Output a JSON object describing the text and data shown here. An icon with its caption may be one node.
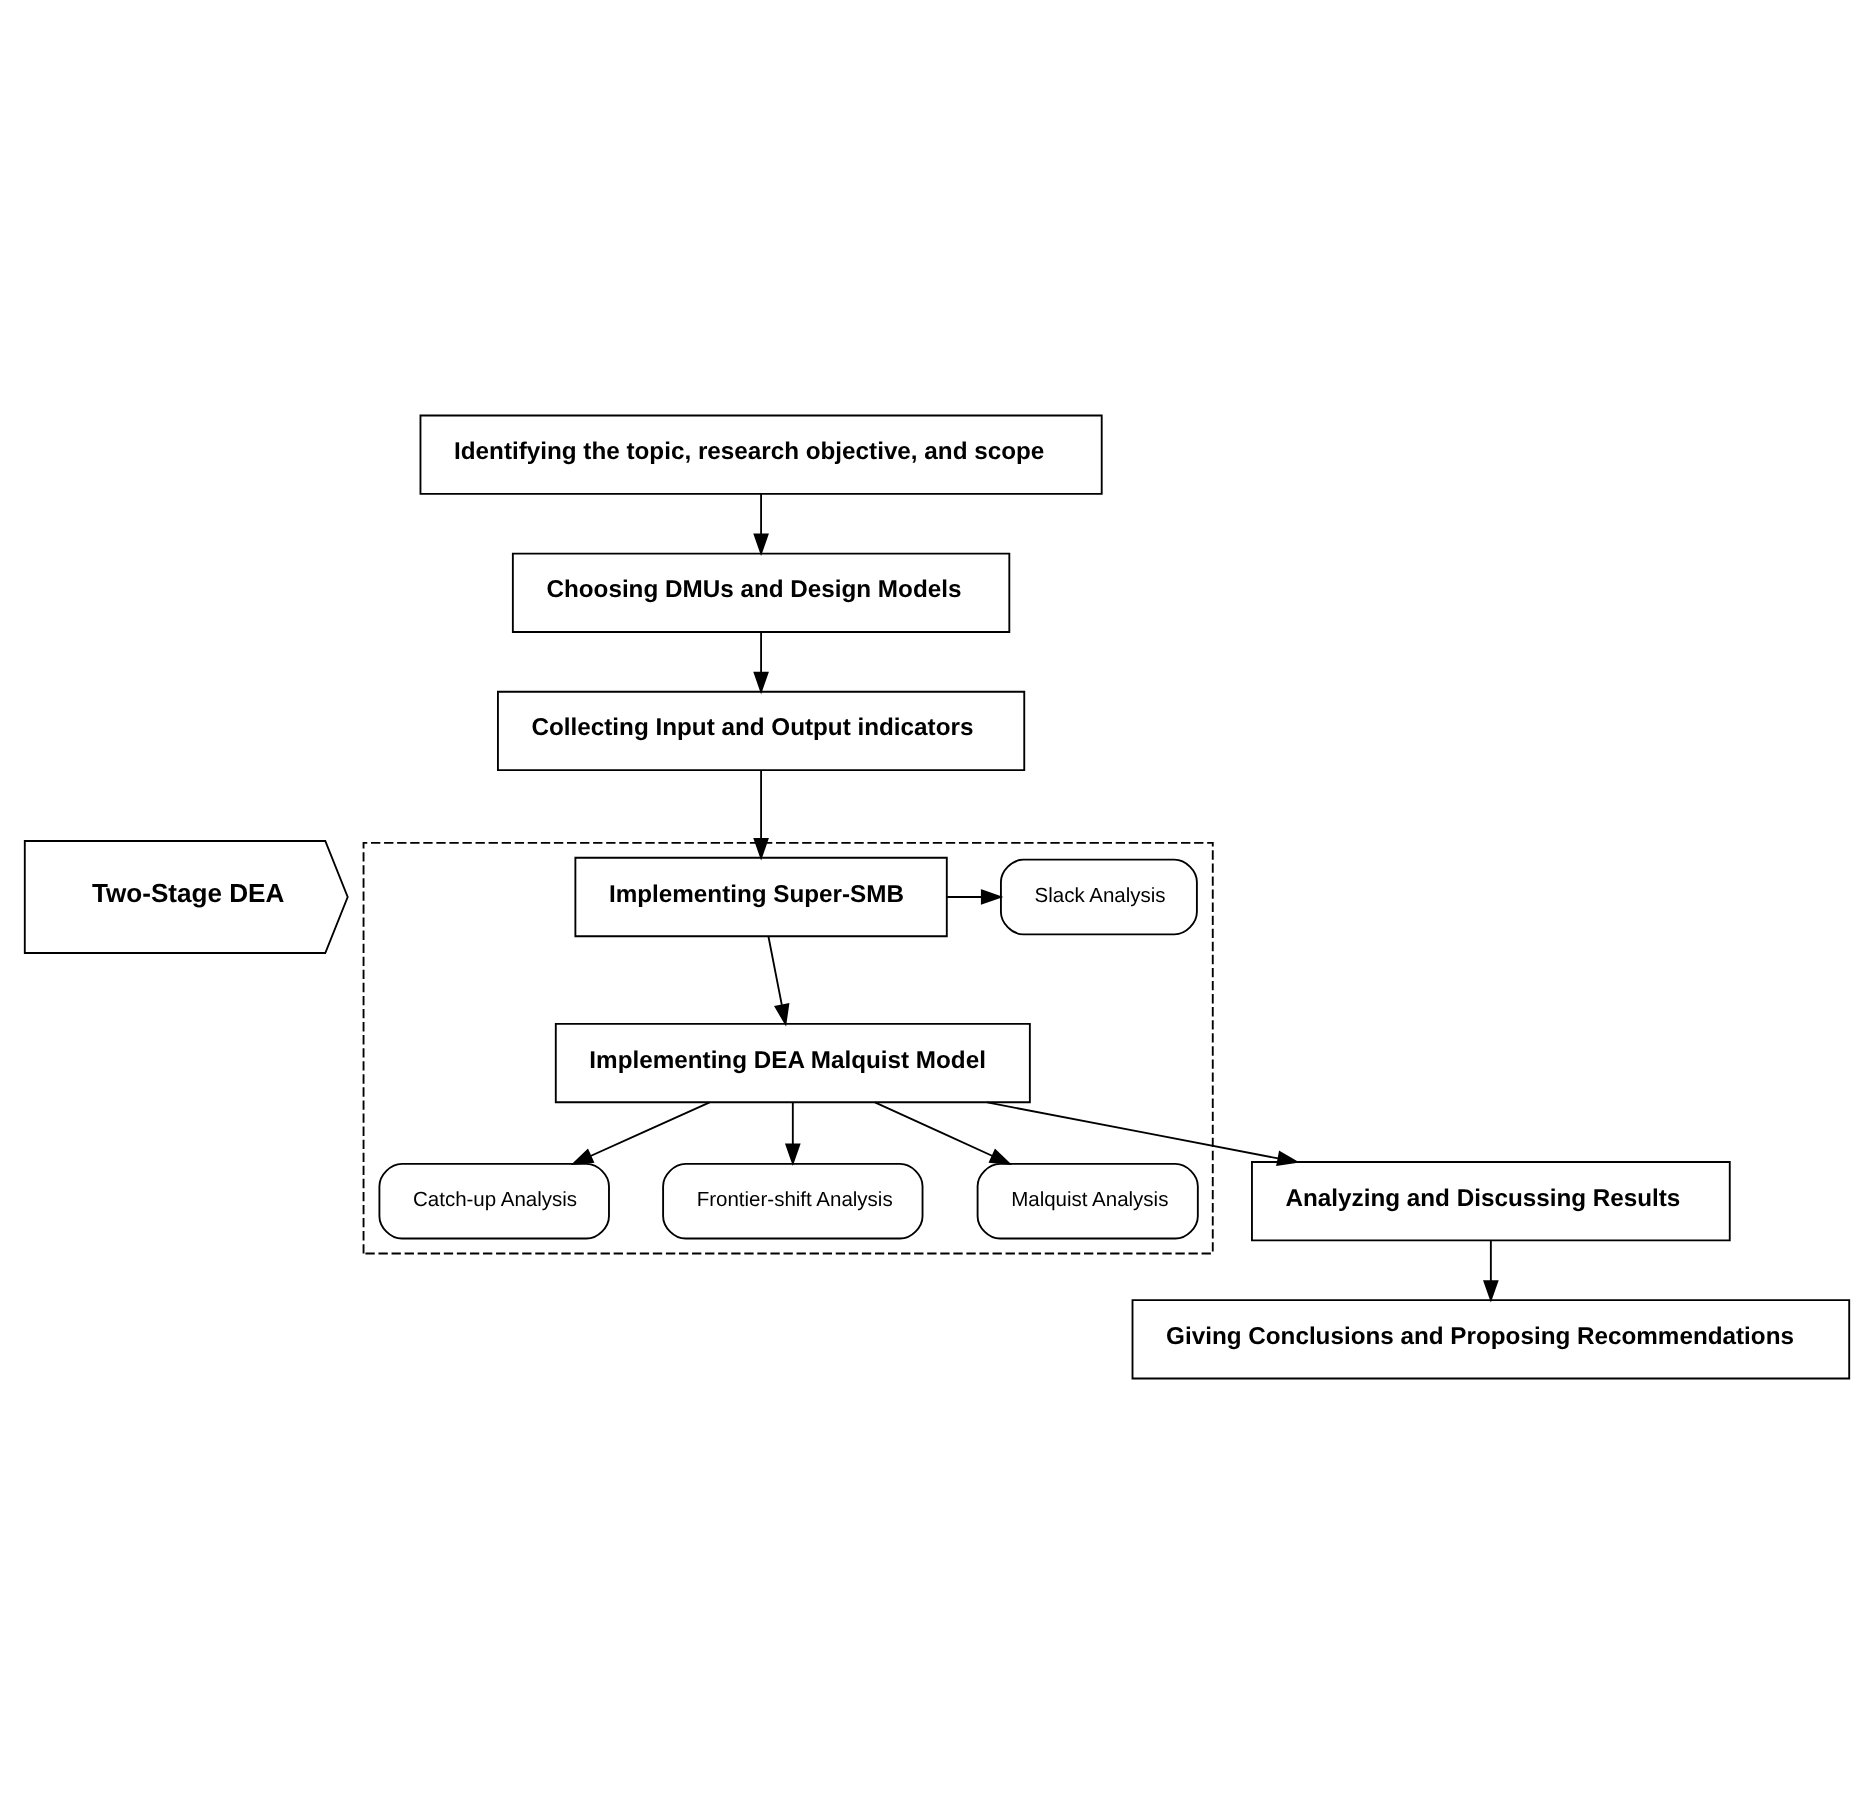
{
  "diagram": {
    "nodes": [
      {
        "text": [
          "Identifying the topic, research objective, and scope"
        ]
      },
      {
        "text": [
          "Choosing DMUs and Design Models"
        ]
      },
      {
        "text": [
          "Collecting Input and Output indicators"
        ]
      },
      {
        "text": [
          "Two-Stage DEA"
        ]
      },
      {
        "text": [],
        "shape": "box"
      },
      {
        "text": [
          "Implementing Super-SMB"
        ],
        "in": 4
      },
      {
        "text": [
          "Slack Analysis"
        ],
        "in": 4
      },
      {
        "text": [
          "Implementing DEA Malquist Model"
        ],
        "in": 4
      },
      {
        "text": [
          "Catch-up Analysis"
        ],
        "in": 4
      },
      {
        "text": [
          "Frontier-shift Analysis"
        ],
        "in": 4
      },
      {
        "text": [
          "Malquist Analysis"
        ],
        "in": 4
      },
      {
        "text": [
          "Analyzing and Discussing Results"
        ]
      },
      {
        "text": [
          "Giving Conclusions and Proposing Recommendations"
        ]
      }
    ],
    "edges": [
      {
        "from": 0,
        "to": 1,
        "arrow": "to"
      },
      {
        "from": 1,
        "to": 2,
        "arrow": "to"
      },
      {
        "from": 2,
        "to": 5,
        "arrow": "to"
      },
      {
        "from": 5,
        "to": 6,
        "arrow": "to"
      },
      {
        "from": 5,
        "to": 7,
        "arrow": "to"
      },
      {
        "from": 7,
        "to": 8,
        "arrow": "to"
      },
      {
        "from": 7,
        "to": 9,
        "arrow": "to"
      },
      {
        "from": 7,
        "to": 10,
        "arrow": "to"
      },
      {
        "from": 7,
        "to": 11,
        "arrow": "to"
      },
      {
        "from": 11,
        "to": 12,
        "arrow": "to"
      }
    ]
  }
}
